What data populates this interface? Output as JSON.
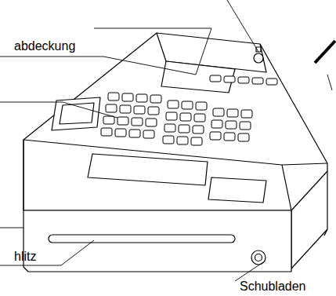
{
  "diagram": {
    "labels": [
      "abdeckung",
      "hlitz",
      "Schubladen"
    ]
  }
}
